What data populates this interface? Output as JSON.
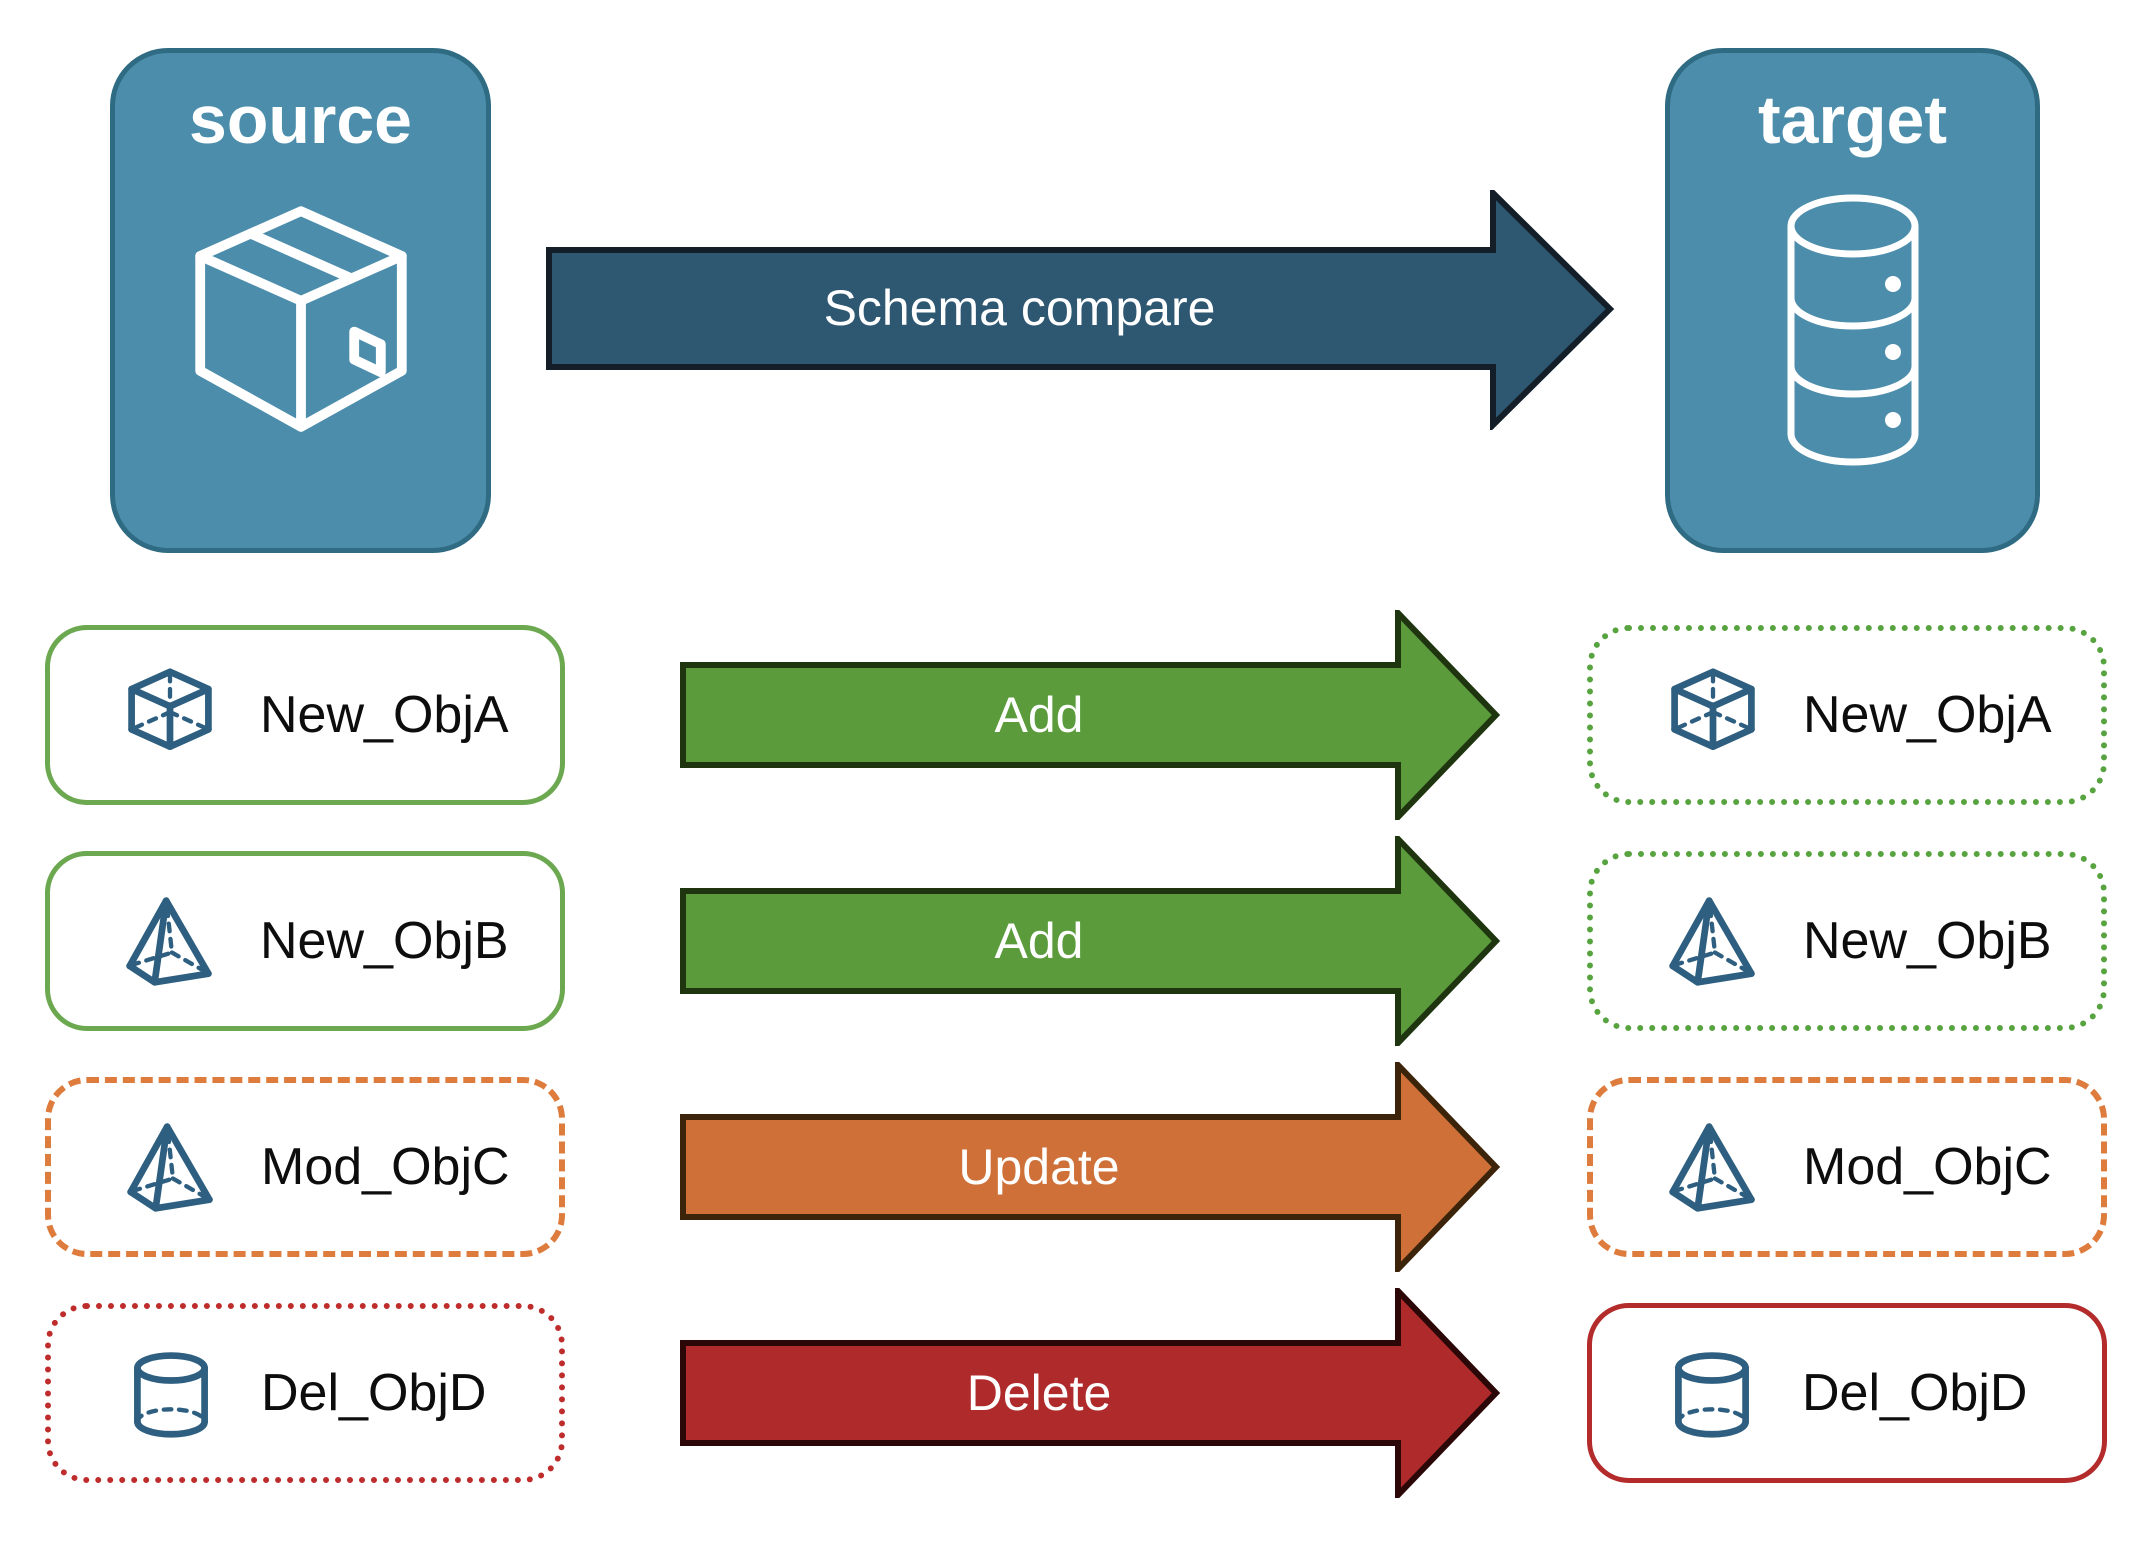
{
  "header": {
    "source": {
      "title": "source",
      "icon": "package-icon"
    },
    "target": {
      "title": "target",
      "icon": "database-icon"
    },
    "schema_arrow": {
      "label": "Schema compare"
    }
  },
  "rows": [
    {
      "object": "New_ObjA",
      "action": "Add",
      "icon": "cube-icon",
      "source_border": "green-solid",
      "target_border": "green-dotted"
    },
    {
      "object": "New_ObjB",
      "action": "Add",
      "icon": "pyramid-icon",
      "source_border": "green-solid",
      "target_border": "green-dotted"
    },
    {
      "object": "Mod_ObjC",
      "action": "Update",
      "icon": "pyramid-icon",
      "source_border": "orange-dashed",
      "target_border": "orange-dashed"
    },
    {
      "object": "Del_ObjD",
      "action": "Delete",
      "icon": "cylinder-icon",
      "source_border": "red-dotted",
      "target_border": "red-solid"
    }
  ],
  "colors": {
    "node_fill": "#4B8DAB",
    "node_border": "#2F6B82",
    "schema_arrow_fill": "#2E5771",
    "add_arrow_fill": "#5B9B3C",
    "update_arrow_fill": "#CE7038",
    "delete_arrow_fill": "#AF2B2B",
    "green_border": "#6BA84F",
    "orange_border": "#DE7C3D",
    "red_border": "#B42B2B",
    "icon_blue": "#2E5F80",
    "label_text": "#0d0d0d",
    "arrow_text": "#ffffff"
  }
}
